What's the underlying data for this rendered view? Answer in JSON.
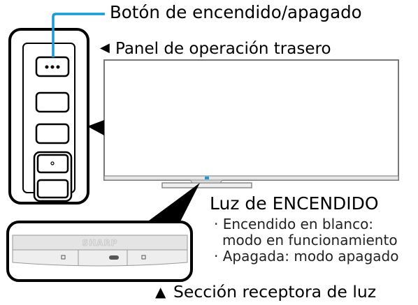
{
  "labels": {
    "power_button": "Botón de encendido/apagado",
    "rear_panel": "Panel de operación trasero",
    "power_light": "Luz de ENCENDIDO",
    "light_white": "Encendido en blanco:",
    "light_white_cont": "modo en funcionamiento",
    "light_off": "Apagada: modo apagado",
    "receiver": "Sección receptora de luz",
    "brand": "SHARP"
  },
  "markers": {
    "left_arrow": "◀",
    "up_arrow": "▲",
    "bullet": "·"
  },
  "colors": {
    "accent": "#1a9ad6",
    "outline": "#000000",
    "tv_gray": "#888888"
  }
}
